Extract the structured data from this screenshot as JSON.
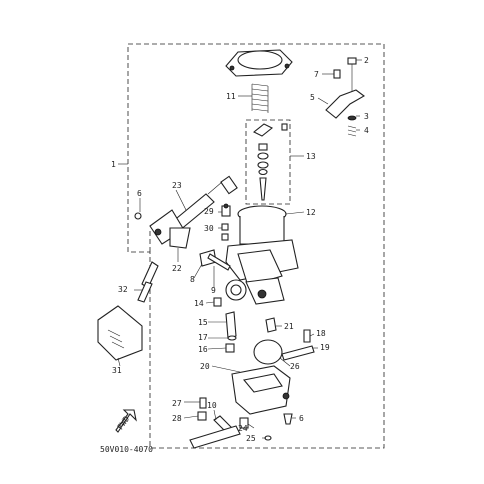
{
  "diagram": {
    "code": "50V010-4070",
    "fwd_label": "FWD",
    "callouts": {
      "c1": "1",
      "c2": "2",
      "c3": "3",
      "c4": "4",
      "c5": "5",
      "c6a": "6",
      "c6b": "6",
      "c7": "7",
      "c8": "8",
      "c9": "9",
      "c10": "10",
      "c11": "11",
      "c12": "12",
      "c13": "13",
      "c14": "14",
      "c15": "15",
      "c16": "16",
      "c17": "17",
      "c18": "18",
      "c19": "19",
      "c20": "20",
      "c21": "21",
      "c22": "22",
      "c23": "23",
      "c24": "24",
      "c25": "25",
      "c26": "26",
      "c27": "27",
      "c28": "28",
      "c29": "29",
      "c30": "30",
      "c31": "31",
      "c32": "32"
    }
  }
}
